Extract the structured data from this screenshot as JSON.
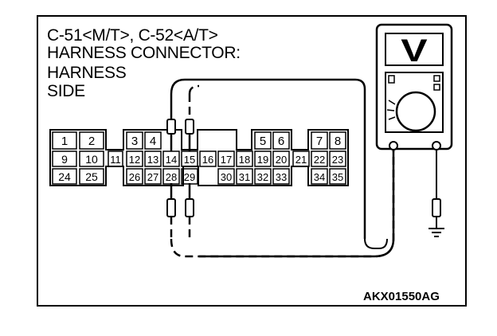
{
  "title": {
    "line1": "C-51<M/T>, C-52<A/T>",
    "line2": "HARNESS CONNECTOR:",
    "line3": "HARNESS",
    "line4": "SIDE"
  },
  "diagram_code": "AKX01550AG",
  "connector": {
    "row1": [
      "1",
      "2",
      "3",
      "4",
      "5",
      "6",
      "7",
      "8"
    ],
    "row2": [
      "9",
      "10",
      "11",
      "12",
      "13",
      "14",
      "15",
      "16",
      "17",
      "18",
      "19",
      "20",
      "21",
      "22",
      "23"
    ],
    "row3": [
      "24",
      "25",
      "26",
      "27",
      "28",
      "29",
      "30",
      "31",
      "32",
      "33",
      "34",
      "35"
    ]
  },
  "meter": {
    "display_symbol": "V",
    "icon": "voltmeter-icon"
  },
  "icons": {
    "probes": "probe-icon",
    "ground": "ground-icon"
  }
}
